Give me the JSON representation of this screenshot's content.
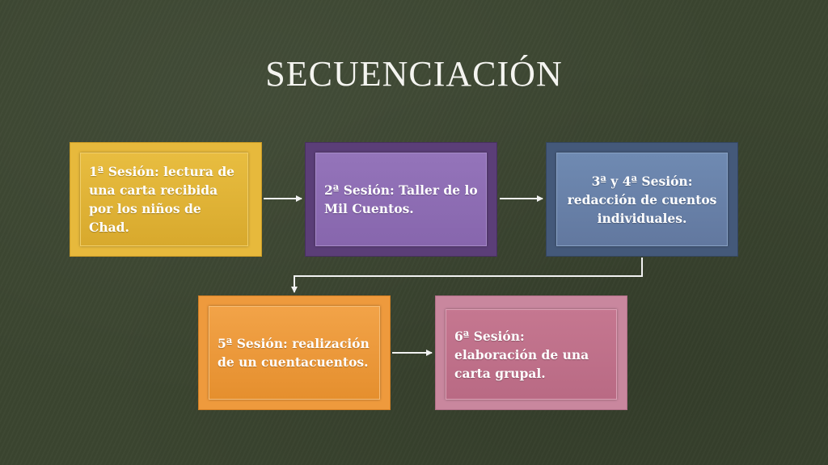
{
  "title": "SECUENCIACIÓN",
  "sessions": [
    {
      "label": "1ª Sesión: lectura de una carta recibida por los niños de Chad.",
      "color": "#e7b93c"
    },
    {
      "label": "2ª Sesión: Taller de lo Mil Cuentos.",
      "color": "#8766ad"
    },
    {
      "label": "3ª y 4ª Sesión: redacción de cuentos individuales.",
      "color": "#62789f"
    },
    {
      "label": "5ª Sesión: realización de un cuentacuentos.",
      "color": "#ee9a3d"
    },
    {
      "label": "6ª Sesión: elaboración de una carta grupal.",
      "color": "#c9879e"
    }
  ],
  "colors": {
    "background": "#3b4530",
    "arrow": "#f2f2f2",
    "text": "#ffffff"
  }
}
